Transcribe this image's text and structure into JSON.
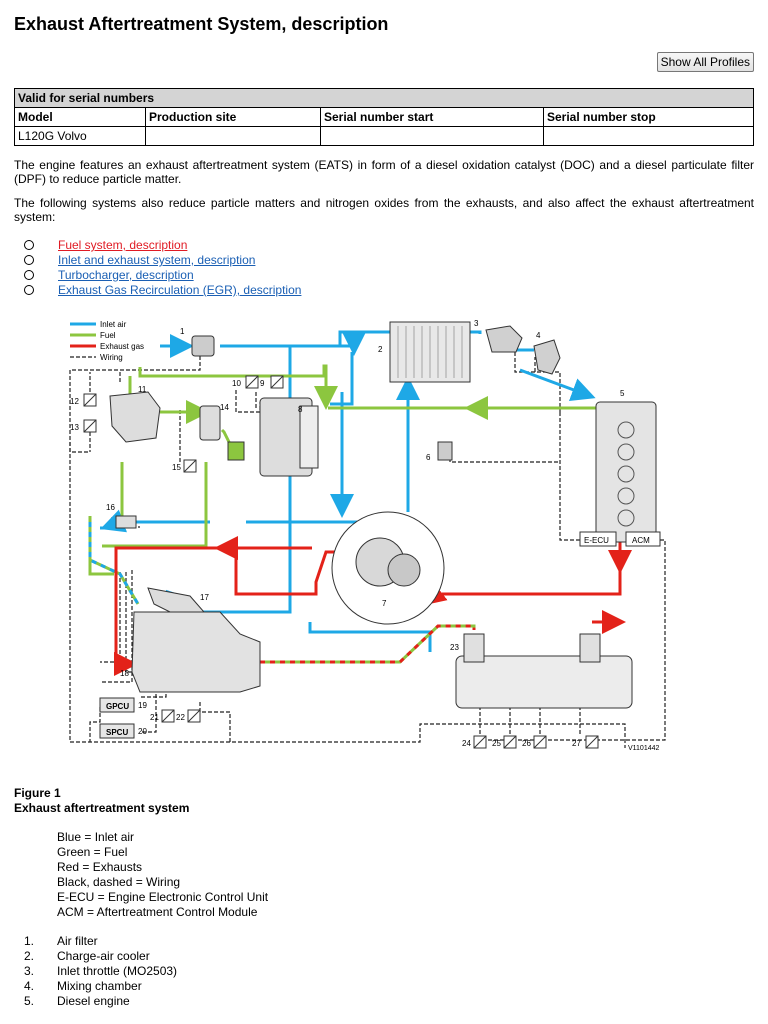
{
  "page": {
    "title": "Exhaust Aftertreatment System, description",
    "show_profiles_label": "Show All Profiles"
  },
  "serial_table": {
    "caption": "Valid for serial numbers",
    "headers": [
      "Model",
      "Production site",
      "Serial number start",
      "Serial number stop"
    ],
    "rows": [
      [
        "L120G Volvo",
        "",
        "",
        ""
      ]
    ]
  },
  "intro": {
    "p1": "The engine features an exhaust aftertreatment system (EATS) in form of a diesel oxidation catalyst (DOC) and a diesel particulate filter (DPF) to reduce particle matter.",
    "p2": "The following systems also reduce particle matters and nitrogen oxides from the exhausts, and also affect the exhaust aftertreatment system:"
  },
  "related_links": [
    {
      "label": "Fuel system, description",
      "visited": true
    },
    {
      "label": "Inlet and exhaust system, description",
      "visited": false
    },
    {
      "label": "Turbocharger, description",
      "visited": false
    },
    {
      "label": "Exhaust Gas Recirculation (EGR), description",
      "visited": false
    }
  ],
  "diagram": {
    "legend": [
      "Inlet air",
      "Fuel",
      "Exhaust gas",
      "Wiring"
    ],
    "colors": {
      "inlet": "#1ea8e6",
      "fuel": "#8cc63f",
      "exhaust": "#e32219",
      "wiring": "#222222"
    },
    "numbers": [
      "1",
      "2",
      "3",
      "4",
      "5",
      "6",
      "7",
      "8",
      "9",
      "10",
      "11",
      "12",
      "13",
      "14",
      "15",
      "16",
      "17",
      "18",
      "19",
      "20",
      "21",
      "22",
      "23",
      "24",
      "25",
      "26",
      "27"
    ],
    "boxes": {
      "eecu": "E-ECU",
      "acm": "ACM",
      "gpcu": "GPCU",
      "spcu": "SPCU"
    },
    "reference": "V1101442"
  },
  "figure": {
    "label": "Figure 1",
    "title": "Exhaust aftertreatment system",
    "legend_lines": [
      "Blue = Inlet air",
      "Green = Fuel",
      "Red = Exhausts",
      "Black, dashed = Wiring",
      "E-ECU = Engine Electronic Control Unit",
      "ACM = Aftertreatment Control Module"
    ]
  },
  "parts": [
    {
      "num": "1.",
      "label": "Air filter"
    },
    {
      "num": "2.",
      "label": "Charge-air cooler"
    },
    {
      "num": "3.",
      "label": "Inlet throttle (MO2503)"
    },
    {
      "num": "4.",
      "label": "Mixing chamber"
    },
    {
      "num": "5.",
      "label": "Diesel engine"
    }
  ]
}
